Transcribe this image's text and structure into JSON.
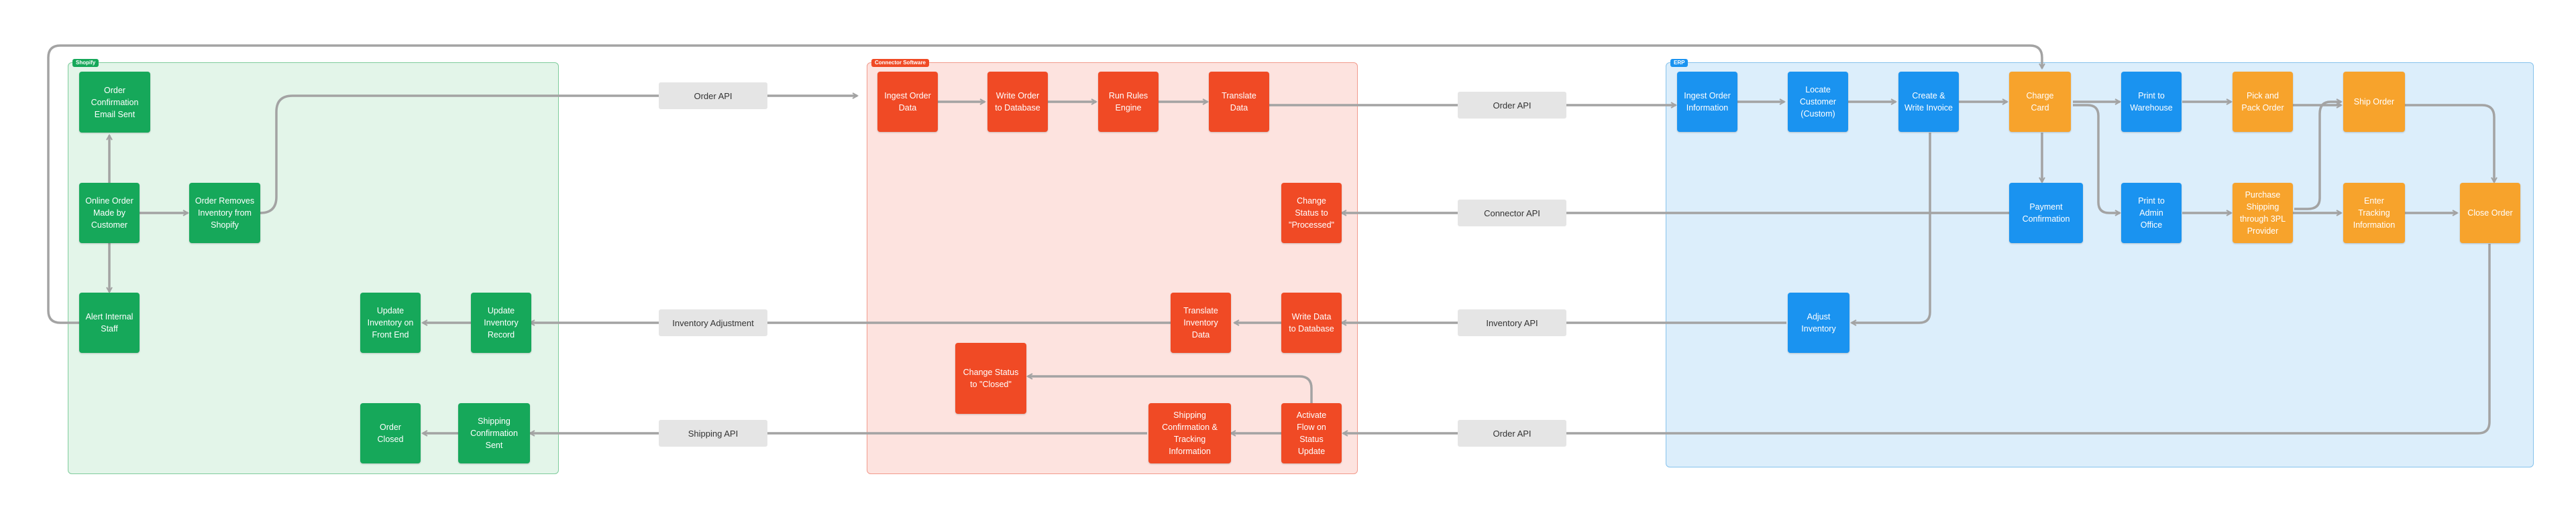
{
  "colors": {
    "shopify_fill": "#e3f5e9",
    "shopify_border": "#7fcc9c",
    "shopify_node": "#16a85a",
    "connector_fill": "#fde3df",
    "connector_border": "#f29a8c",
    "connector_node": "#f04a25",
    "erp_fill": "#dceefb",
    "erp_border": "#86c2ec",
    "erp_node": "#1a93f0",
    "erp_accent_node": "#f7a32c",
    "label_fill": "#e5e5e5",
    "arrow": "#a3a3a3"
  },
  "zones": {
    "shopify": "Shopify",
    "connector": "Connector Software",
    "erp": "ERP"
  },
  "nodes": {
    "order_confirmation_email": "Order\nConfirmation\nEmail Sent",
    "online_order": "Online Order\nMade by\nCustomer",
    "order_removes_inventory": "Order Removes\nInventory from\nShopify",
    "alert_internal_staff": "Alert Internal\nStaff",
    "update_inventory_front_end": "Update\nInventory on\nFront End",
    "update_inventory_record": "Update\nInventory\nRecord",
    "order_closed": "Order\nClosed",
    "shipping_confirmation_sent": "Shipping\nConfirmation\nSent",
    "ingest_order_data": "Ingest Order\nData",
    "write_order_db": "Write Order\nto Database",
    "run_rules_engine": "Run Rules\nEngine",
    "translate_data": "Translate\nData",
    "change_status_processed": "Change\nStatus to\n\"Processed\"",
    "translate_inventory_data": "Translate\nInventory\nData",
    "write_data_db": "Write Data\nto Database",
    "change_status_closed": "Change Status\nto \"Closed\"",
    "shipping_tracking_info": "Shipping\nConfirmation &\nTracking\nInformation",
    "activate_flow": "Activate\nFlow on\nStatus\nUpdate",
    "ingest_order_info": "Ingest Order\nInformation",
    "locate_customer": "Locate\nCustomer\n(Custom)",
    "create_write_invoice": "Create &\nWrite Invoice",
    "charge_card": "Charge\nCard",
    "print_warehouse": "Print to\nWarehouse",
    "pick_pack": "Pick and\nPack Order",
    "ship_order": "Ship Order",
    "payment_confirmation": "Payment\nConfirmation",
    "print_admin": "Print to\nAdmin\nOffice",
    "purchase_shipping": "Purchase\nShipping\nthrough 3PL\nProvider",
    "enter_tracking": "Enter\nTracking\nInformation",
    "close_order": "Close Order",
    "adjust_inventory": "Adjust\nInventory"
  },
  "labels": {
    "order_api_1": "Order API",
    "order_api_2": "Order API",
    "connector_api": "Connector API",
    "inventory_adjustment": "Inventory Adjustment",
    "inventory_api": "Inventory API",
    "shipping_api": "Shipping API",
    "order_api_3": "Order API"
  }
}
